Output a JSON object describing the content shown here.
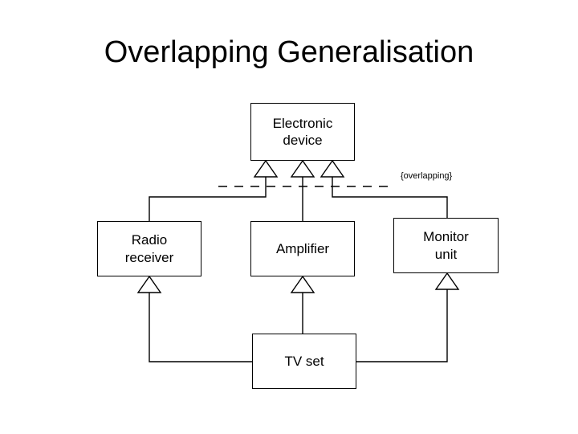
{
  "slide": {
    "title": "Overlapping Generalisation",
    "background_color": "#ffffff",
    "line_color": "#000000",
    "text_color": "#000000"
  },
  "diagram": {
    "type": "uml-class-diagram",
    "notation": "generalisation",
    "superclass": {
      "id": "electronic-device",
      "label": "Electronic\ndevice"
    },
    "subclasses": [
      {
        "id": "radio-receiver",
        "label": "Radio\nreceiver"
      },
      {
        "id": "amplifier",
        "label": "Amplifier"
      },
      {
        "id": "monitor-unit",
        "label": "Monitor\nunit"
      }
    ],
    "multiple_inheritance_class": {
      "id": "tv-set",
      "label": "TV set",
      "parents": [
        "radio-receiver",
        "amplifier",
        "monitor-unit"
      ]
    },
    "constraint": {
      "id": "overlapping",
      "label": "{overlapping}",
      "applies_to": [
        "radio-receiver",
        "amplifier",
        "monitor-unit"
      ],
      "style": "dashed-line"
    },
    "generalisation_arrow_count": 6
  }
}
